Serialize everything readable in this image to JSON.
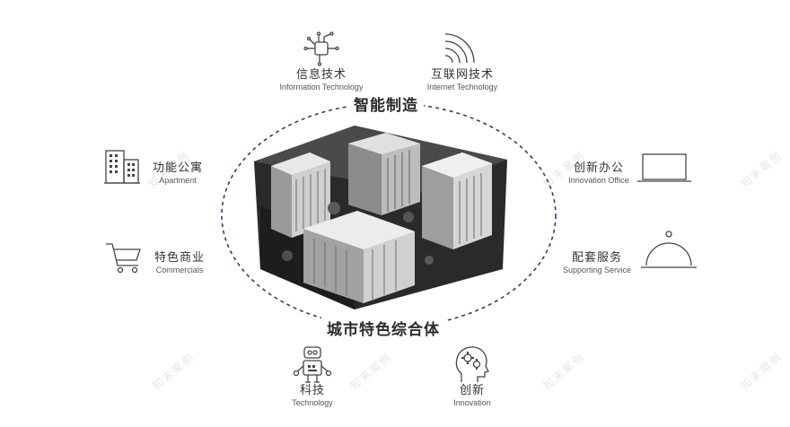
{
  "center": {
    "top_label": "智能制造",
    "bottom_label": "城市特色综合体"
  },
  "features": {
    "info_tech": {
      "cn": "信息技术",
      "en": "Information Technology",
      "icon": "circuit-chip-icon"
    },
    "internet_tech": {
      "cn": "互联网技术",
      "en": "Internet Technology",
      "icon": "wifi-signal-icon"
    },
    "apartment": {
      "cn": "功能公寓",
      "en": "Apartment",
      "icon": "buildings-icon"
    },
    "commercials": {
      "cn": "特色商业",
      "en": "Commercials",
      "icon": "shopping-cart-icon"
    },
    "innovation_office": {
      "cn": "创新办公",
      "en": "Innovation Office",
      "icon": "laptop-icon"
    },
    "supporting_service": {
      "cn": "配套服务",
      "en": "Supporting Service",
      "icon": "food-cloche-icon"
    },
    "technology": {
      "cn": "科技",
      "en": "Technology",
      "icon": "robot-icon"
    },
    "innovation": {
      "cn": "创新",
      "en": "Innovation",
      "icon": "head-gears-icon"
    }
  },
  "watermark_text": "知末案例",
  "colors": {
    "ring": "#2f3f6e",
    "icon_stroke": "#444444"
  }
}
